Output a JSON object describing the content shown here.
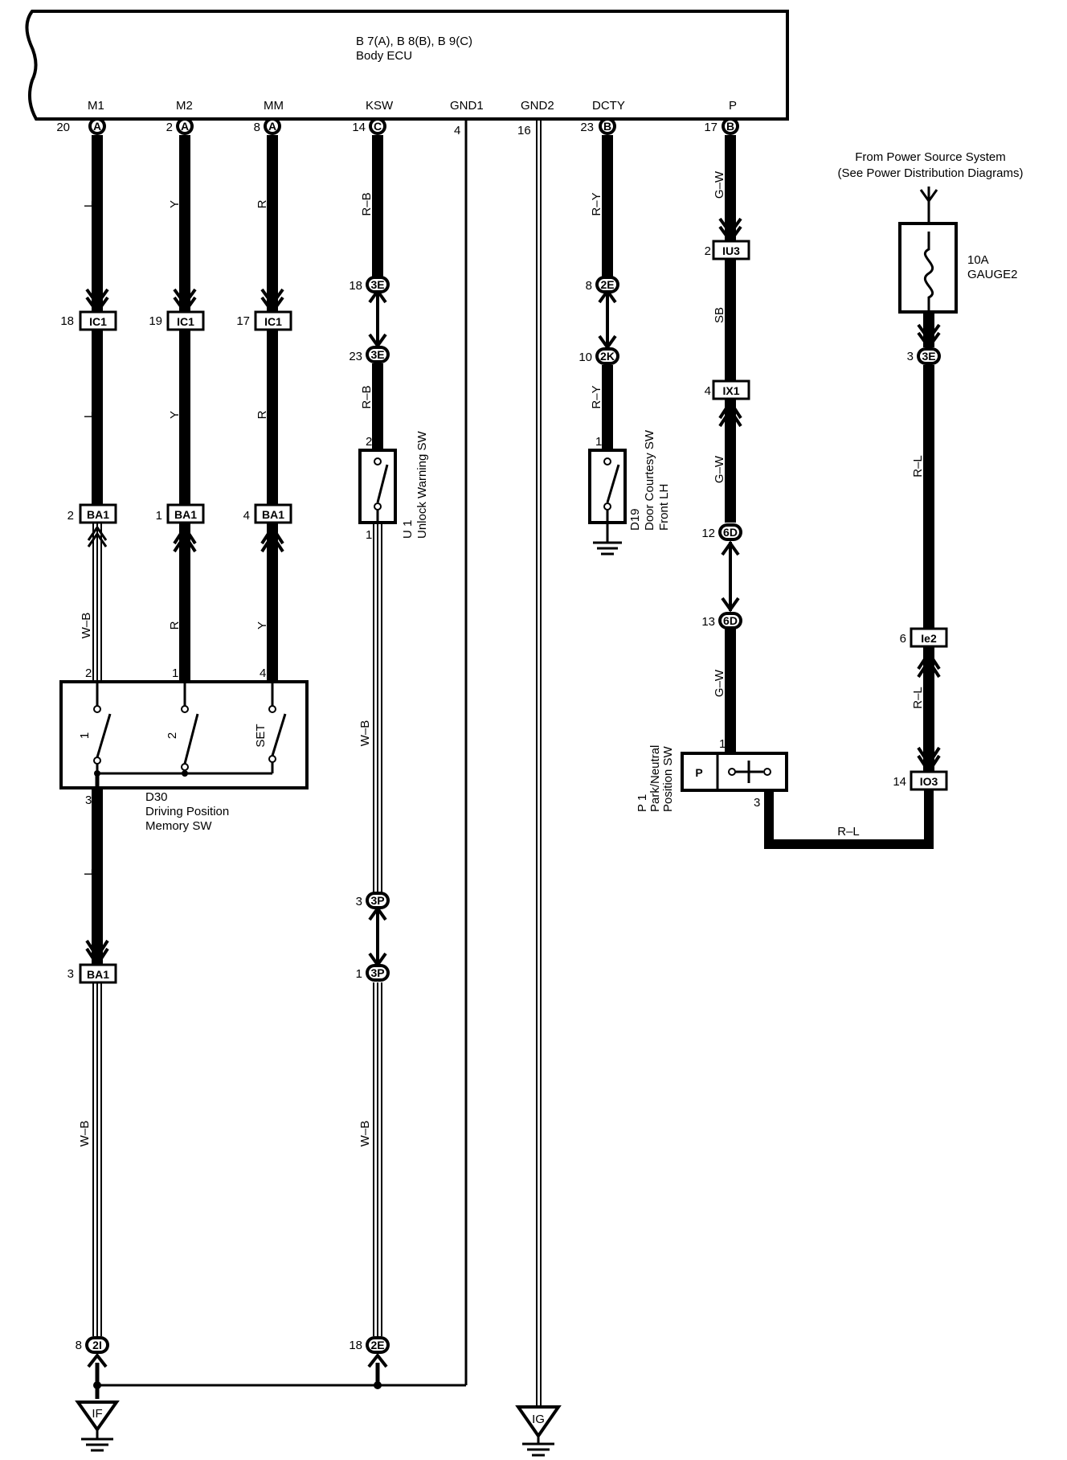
{
  "ecu": {
    "codes": "B 7(A), B 8(B), B 9(C)",
    "name": "Body ECU",
    "terminals": [
      "M1",
      "M2",
      "MM",
      "KSW",
      "GND1",
      "GND2",
      "DCTY",
      "P"
    ]
  },
  "ecu_pins": [
    {
      "num": "20",
      "conn": "A"
    },
    {
      "num": "2",
      "conn": "A"
    },
    {
      "num": "8",
      "conn": "A"
    },
    {
      "num": "14",
      "conn": "C"
    },
    {
      "num": "4",
      "conn": ""
    },
    {
      "num": "16",
      "conn": ""
    },
    {
      "num": "23",
      "conn": "B"
    },
    {
      "num": "17",
      "conn": "B"
    }
  ],
  "wire_colors": {
    "m1_top": "L",
    "m1_mid": "L",
    "m1_low": "W–B",
    "m1_bot1": "L",
    "m1_bot2": "W–B",
    "m2_top": "Y",
    "m2_mid": "Y",
    "m2_low": "R",
    "mm_top": "R",
    "mm_mid": "R",
    "mm_low": "Y",
    "ksw_top": "R–B",
    "ksw_mid": "R–B",
    "ksw_low": "W–B",
    "ksw_bot": "W–B",
    "dcty_top": "R–Y",
    "dcty_mid": "R–Y",
    "p_top": "G–W",
    "p_mid": "SB",
    "p_low": "G–W",
    "p_bot": "G–W",
    "gauge_top": "R–L",
    "gauge_low": "R–L",
    "p1_out": "R–L"
  },
  "connectors": {
    "ic1_a": {
      "pin": "18",
      "label": "IC1"
    },
    "ic1_b": {
      "pin": "19",
      "label": "IC1"
    },
    "ic1_c": {
      "pin": "17",
      "label": "IC1"
    },
    "ba1_a": {
      "pin": "2",
      "label": "BA1"
    },
    "ba1_b": {
      "pin": "1",
      "label": "BA1"
    },
    "ba1_c": {
      "pin": "4",
      "label": "BA1"
    },
    "ba1_d": {
      "pin": "3",
      "label": "BA1"
    },
    "e3_a": {
      "pin": "18",
      "label": "3E"
    },
    "e3_b": {
      "pin": "23",
      "label": "3E"
    },
    "e3_c": {
      "pin": "3",
      "label": "3E"
    },
    "p3_a": {
      "pin": "3",
      "label": "3P"
    },
    "p3_b": {
      "pin": "1",
      "label": "3P"
    },
    "e2_a": {
      "pin": "8",
      "label": "2E"
    },
    "e2_b": {
      "pin": "18",
      "label": "2E"
    },
    "k2": {
      "pin": "10",
      "label": "2K"
    },
    "i2": {
      "pin": "8",
      "label": "2I"
    },
    "iu3": {
      "pin": "2",
      "label": "IU3"
    },
    "ix1": {
      "pin": "4",
      "label": "IX1"
    },
    "d6_a": {
      "pin": "12",
      "label": "6D"
    },
    "d6_b": {
      "pin": "13",
      "label": "6D"
    },
    "ie2": {
      "pin": "6",
      "label": "Ie2"
    },
    "io3": {
      "pin": "14",
      "label": "IO3"
    }
  },
  "power_source": {
    "line1": "From Power Source System",
    "line2": "(See Power Distribution Diagrams)"
  },
  "fuse": {
    "rating": "10A",
    "name": "GAUGE2"
  },
  "switches": {
    "u1": {
      "code": "U 1",
      "name": "Unlock Warning SW",
      "pin_top": "2",
      "pin_bot": "1"
    },
    "d19": {
      "code": "D19",
      "name1": "Door Courtesy SW",
      "name2": "Front LH",
      "pin_top": "1"
    },
    "d30": {
      "code": "D30",
      "name1": "Driving Position",
      "name2": "Memory SW",
      "pins": [
        "2",
        "1",
        "4",
        "3"
      ],
      "contacts": [
        "1",
        "2",
        "SET"
      ]
    },
    "p1": {
      "code": "P 1",
      "name1": "Park/Neutral",
      "name2": "Position SW",
      "label": "P",
      "pin_in": "1",
      "pin_out": "3"
    }
  },
  "grounds": [
    "IF",
    "IG"
  ]
}
